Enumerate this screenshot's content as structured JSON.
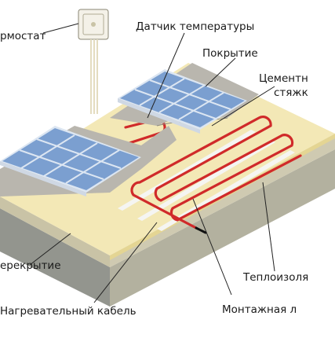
{
  "labels": {
    "thermostat": "рмостат",
    "sensor": "Датчик температуры",
    "covering": "Покрытие",
    "screed_line1": "Цементн",
    "screed_line2": "стяжк",
    "slab": "ерекрытие",
    "insulation": "Теплоизоля",
    "heating_cable": "Нагревательный кабель",
    "mounting_tape": "Монтажная л"
  },
  "colors": {
    "tile": "#7b9fd0",
    "tile_grout": "#dce6f2",
    "screed": "#b9b6ae",
    "screed_edge": "#a7a39a",
    "insulation": "#f3e8b6",
    "slab_top": "#d8d2b8",
    "slab_side_front": "#93958e",
    "slab_side_right": "#b3b19f",
    "cable": "#d02a2a",
    "tape": "#f5f5f2",
    "thermostat_body": "#f4f1e8"
  }
}
